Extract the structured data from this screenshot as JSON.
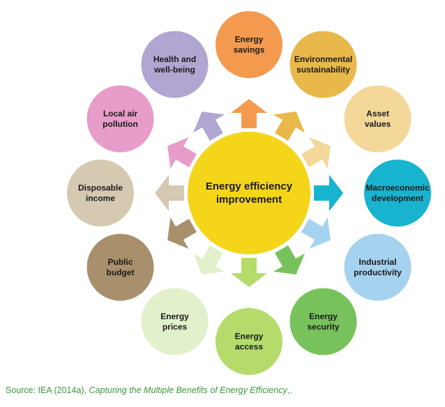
{
  "center": {
    "lines": [
      "Energy efficiency",
      "improvement"
    ],
    "color": "#f4d51a"
  },
  "benefits": [
    {
      "id": "energy-savings",
      "lines": [
        "Energy",
        "savings"
      ],
      "color": "#f49a4f"
    },
    {
      "id": "environmental-sustainability",
      "lines": [
        "Environmental",
        "sustainability"
      ],
      "color": "#e9b84a"
    },
    {
      "id": "asset-values",
      "lines": [
        "Asset",
        "values"
      ],
      "color": "#f3d89a"
    },
    {
      "id": "macroeconomic-development",
      "lines": [
        "Macroeconomic",
        "development"
      ],
      "color": "#17b3cf"
    },
    {
      "id": "industrial-productivity",
      "lines": [
        "Industrial",
        "productivity"
      ],
      "color": "#a5d2ef"
    },
    {
      "id": "energy-security",
      "lines": [
        "Energy",
        "security"
      ],
      "color": "#78c25b"
    },
    {
      "id": "energy-access",
      "lines": [
        "Energy",
        "access"
      ],
      "color": "#b5dc6b"
    },
    {
      "id": "energy-prices",
      "lines": [
        "Energy",
        "prices"
      ],
      "color": "#e2f0cc"
    },
    {
      "id": "public-budget",
      "lines": [
        "Public",
        "budget"
      ],
      "color": "#a8906d"
    },
    {
      "id": "disposable-income",
      "lines": [
        "Disposable",
        "income"
      ],
      "color": "#d6c9b2"
    },
    {
      "id": "local-air-pollution",
      "lines": [
        "Local air",
        "pollution"
      ],
      "color": "#e79cc9"
    },
    {
      "id": "health-and-well-being",
      "lines": [
        "Health and",
        "well-being"
      ],
      "color": "#b1a6d1"
    }
  ],
  "source": {
    "prefix": "Source: IEA (2014a), ",
    "title": "Capturing the Multiple Benefits of Energy Efficiency",
    "suffix": ",."
  }
}
